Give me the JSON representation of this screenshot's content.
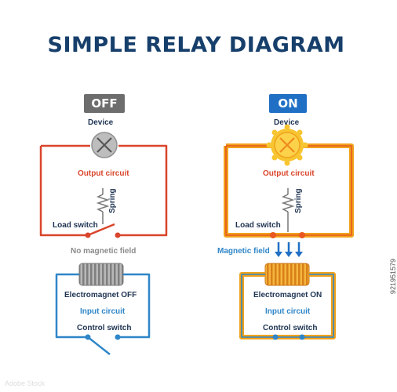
{
  "title": "SIMPLE RELAY DIAGRAM",
  "off": {
    "badge": "OFF",
    "device": "Device",
    "output_circuit": "Output circuit",
    "spring": "Spring",
    "load_switch": "Load switch",
    "field_status": "No magnetic field",
    "electromagnet": "Electromagnet OFF",
    "input_circuit": "Input circuit",
    "control_switch": "Control switch"
  },
  "on": {
    "badge": "ON",
    "device": "Device",
    "output_circuit": "Output circuit",
    "spring": "Spring",
    "load_switch": "Load switch",
    "field_status": "Magnetic field",
    "electromagnet": "Electromagnet ON",
    "input_circuit": "Input circuit",
    "control_switch": "Control switch"
  },
  "image_id": "921951579",
  "stock_mark": "Adobe Stock",
  "colors": {
    "title": "#173f6b",
    "off_badge": "#6d6d6d",
    "on_badge": "#1f6fc5",
    "output_wire_off": "#d9452b",
    "output_wire_on": "#f0a21c",
    "input_wire_off": "#2f86c8",
    "input_wire_on": "#f0a21c",
    "lamp_on": "#f7c531",
    "coil_off": "#9a9a9a",
    "coil_on": "#e8941c"
  },
  "icons": [
    "lamp-off-icon",
    "lamp-on-icon",
    "spring-icon",
    "coil-off-icon",
    "coil-on-icon",
    "field-arrows-icon"
  ]
}
